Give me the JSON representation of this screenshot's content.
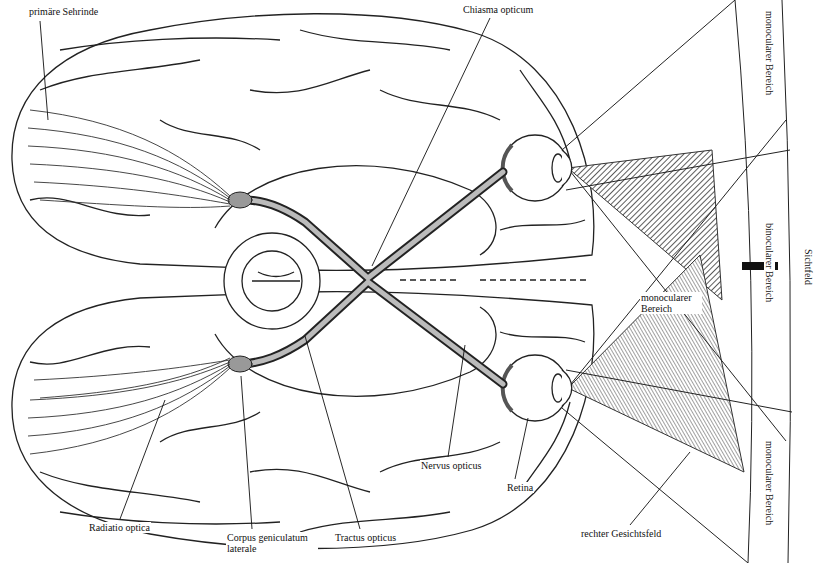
{
  "diagram": {
    "labels": [
      "primäre Sehrinde",
      "Chiasma opticum",
      "monocularer Bereich",
      "binocularer Bereich",
      "monocularer Bereich",
      "Sichtfeld",
      "monocularer Bereich",
      "Retina",
      "Nervus opticus",
      "rechter Gesichtsfeld",
      "Tractus opticus",
      "Corpus geniculatum laterale",
      "Radiatio optica"
    ]
  }
}
